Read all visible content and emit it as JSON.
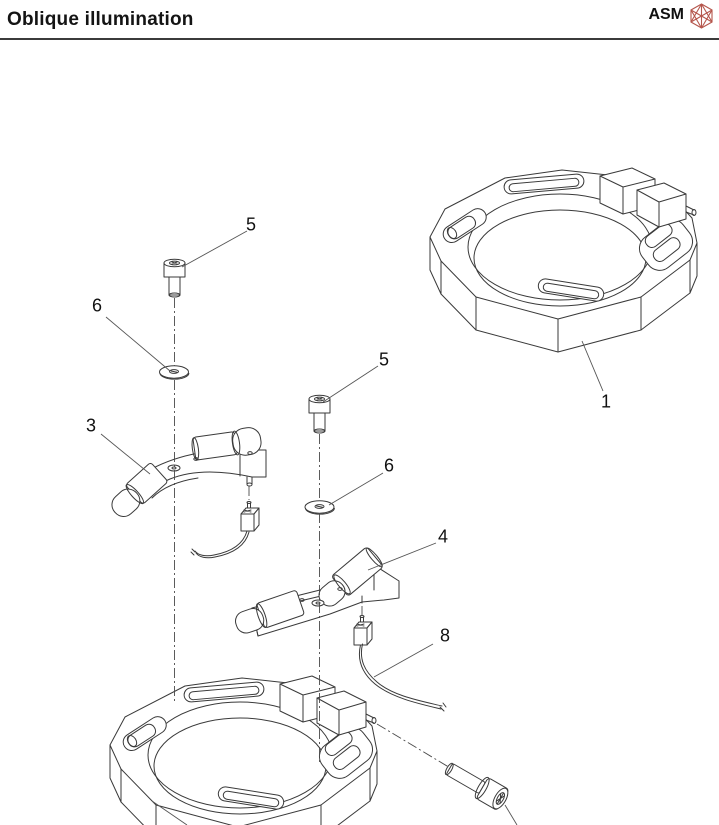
{
  "header": {
    "title": "Oblique illumination",
    "brand": "ASM",
    "rule_color": "#3b3b3b",
    "logo_color": "#b5564c"
  },
  "diagram": {
    "description": "Exploded isometric parts drawing of the oblique illumination assembly: two octagonal ring mounts, two lamp arm assemblies with connectors and cables, socket head cap screws and washers on dash-dot assembly axes",
    "line_color": "#3a3a3a",
    "callouts": [
      {
        "label": "5",
        "part": "cap-screw-left"
      },
      {
        "label": "6",
        "part": "washer-left"
      },
      {
        "label": "3",
        "part": "lamp-arm-left"
      },
      {
        "label": "5",
        "part": "cap-screw-right"
      },
      {
        "label": "6",
        "part": "washer-right"
      },
      {
        "label": "4",
        "part": "lamp-arm-right"
      },
      {
        "label": "8",
        "part": "lamp-cable"
      },
      {
        "label": "1",
        "part": "ring-mount-upper"
      }
    ]
  }
}
